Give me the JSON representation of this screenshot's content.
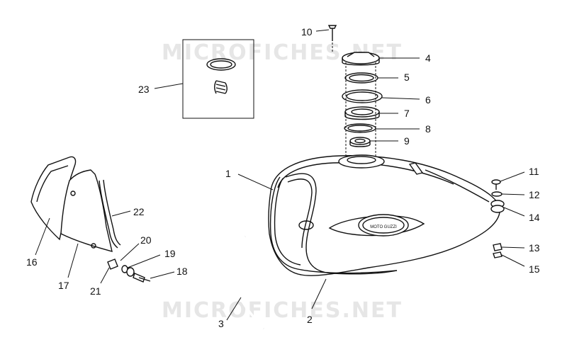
{
  "watermark": "MICROFICHES.NET",
  "tank_logo": "MOTO GUZZI",
  "callouts": [
    {
      "id": "c1",
      "label": "1"
    },
    {
      "id": "c2",
      "label": "2"
    },
    {
      "id": "c3",
      "label": "3"
    },
    {
      "id": "c4",
      "label": "4"
    },
    {
      "id": "c5",
      "label": "5"
    },
    {
      "id": "c6",
      "label": "6"
    },
    {
      "id": "c7",
      "label": "7"
    },
    {
      "id": "c8",
      "label": "8"
    },
    {
      "id": "c9",
      "label": "9"
    },
    {
      "id": "c10",
      "label": "10"
    },
    {
      "id": "c11",
      "label": "11"
    },
    {
      "id": "c12",
      "label": "12"
    },
    {
      "id": "c13",
      "label": "13"
    },
    {
      "id": "c14",
      "label": "14"
    },
    {
      "id": "c15",
      "label": "15"
    },
    {
      "id": "c16",
      "label": "16"
    },
    {
      "id": "c17",
      "label": "17"
    },
    {
      "id": "c18",
      "label": "18"
    },
    {
      "id": "c19",
      "label": "19"
    },
    {
      "id": "c20",
      "label": "20"
    },
    {
      "id": "c21",
      "label": "21"
    },
    {
      "id": "c22",
      "label": "22"
    },
    {
      "id": "c23",
      "label": "23"
    }
  ]
}
